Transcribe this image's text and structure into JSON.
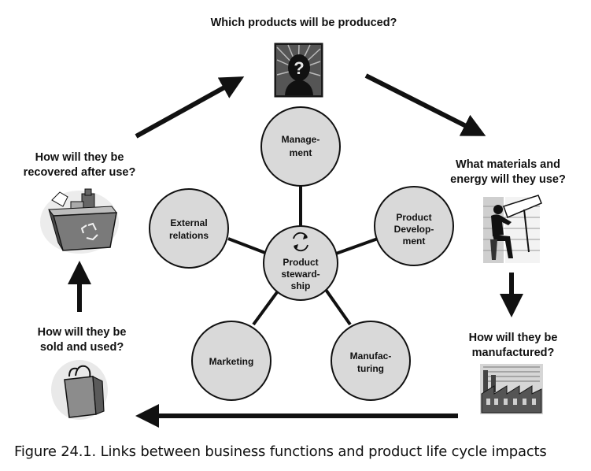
{
  "questions": {
    "top": "Which products will be produced?",
    "right_top": [
      "What materials and",
      "energy will they use?"
    ],
    "right_bottom": [
      "How will they be",
      "manufactured?"
    ],
    "left_bottom": [
      "How will they be",
      "sold and used?"
    ],
    "left_top": [
      "How will they be",
      "recovered after use?"
    ]
  },
  "hub": {
    "label": [
      "Product",
      "steward-",
      "ship"
    ]
  },
  "nodes": [
    {
      "id": "management",
      "label": [
        "Manage-",
        "ment"
      ]
    },
    {
      "id": "product-development",
      "label": [
        "Product",
        "Develop-",
        "ment"
      ]
    },
    {
      "id": "manufacturing",
      "label": [
        "Manufac-",
        "turing"
      ]
    },
    {
      "id": "marketing",
      "label": [
        "Marketing"
      ]
    },
    {
      "id": "external-relations",
      "label": [
        "External",
        "relations"
      ]
    }
  ],
  "icons": {
    "top": "question-head-icon",
    "right_top": "woman-at-drafting-table-icon",
    "right_bottom": "factory-icon",
    "left_bottom": "shopping-bag-icon",
    "left_top": "recycling-bin-icon",
    "hub": "cycle-arrows-icon"
  },
  "caption": {
    "figure": "Figure 24.1.",
    "text": "Links between business functions and product life cycle impacts"
  },
  "colors": {
    "node_fill": "#d9d9d9",
    "stroke": "#111111"
  }
}
